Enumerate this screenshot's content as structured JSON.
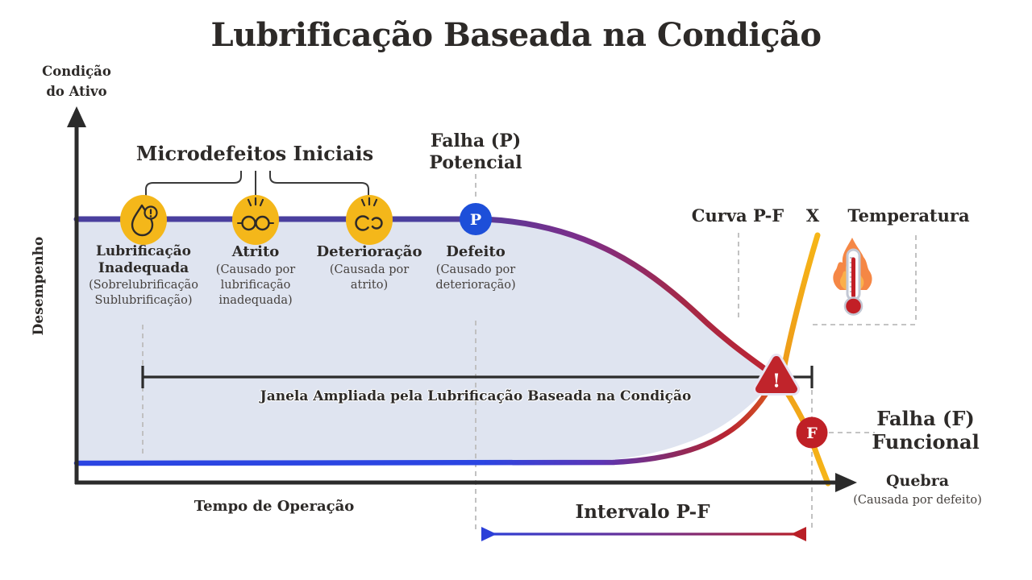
{
  "title": "Lubrificação Baseada na Condição",
  "y_axis": {
    "title_lines": [
      "Condição",
      "do Ativo"
    ],
    "side_label": "Desempenho"
  },
  "x_axis": {
    "label": "Tempo de Operação"
  },
  "micro_defects": {
    "heading": "Microdefeitos Iniciais",
    "items": [
      {
        "icon": "oil-drop-alert-icon",
        "name_lines": [
          "Lubrificação",
          "Inadequada"
        ],
        "detail_lines": [
          "(Sobrelubrificação",
          "Sublubrificação)"
        ]
      },
      {
        "icon": "friction-links-icon",
        "name_lines": [
          "Atrito"
        ],
        "detail_lines": [
          "(Causado por",
          "lubrificação",
          "inadequada)"
        ]
      },
      {
        "icon": "wear-broken-rings-icon",
        "name_lines": [
          "Deterioração"
        ],
        "detail_lines": [
          "(Causada por",
          "atrito)"
        ]
      }
    ]
  },
  "potential_failure": {
    "heading_lines": [
      "Falha (P)",
      "Potencial"
    ],
    "marker_letter": "P",
    "label_lines": [
      "Defeito"
    ],
    "detail_lines": [
      "(Causado por",
      "deterioração)"
    ]
  },
  "functional_failure": {
    "heading_lines": [
      "Falha (F)",
      "Funcional"
    ],
    "marker_letter": "F"
  },
  "temperature_legend": {
    "curve_label": "Curva P-F",
    "separator": "X",
    "temperature_label": "Temperatura",
    "icon": "thermometer-flame-icon"
  },
  "window_label": "Janela Ampliada pela Lubrificação Baseada na Condição",
  "pf_interval_label": "Intervalo P-F",
  "breakage": {
    "label": "Quebra",
    "detail": "(Causada por defeito)"
  },
  "warning_mark": "!",
  "colors": {
    "pf_curve_start_indigo": "#4a3f9e",
    "pf_curve_mid_purple": "#7b2e8a",
    "pf_curve_end_red": "#bf2430",
    "baseline_blue": "#2b45e2",
    "temperature_orange": "#f0a31c",
    "defect_icon_yellow": "#f4b71a",
    "potential_marker_blue": "#1d4fd9",
    "failure_marker_red": "#bf2026",
    "warning_triangle_red": "#c0242b",
    "shaded_area": "#dfe4f0",
    "text_dark": "#2d2a28"
  }
}
